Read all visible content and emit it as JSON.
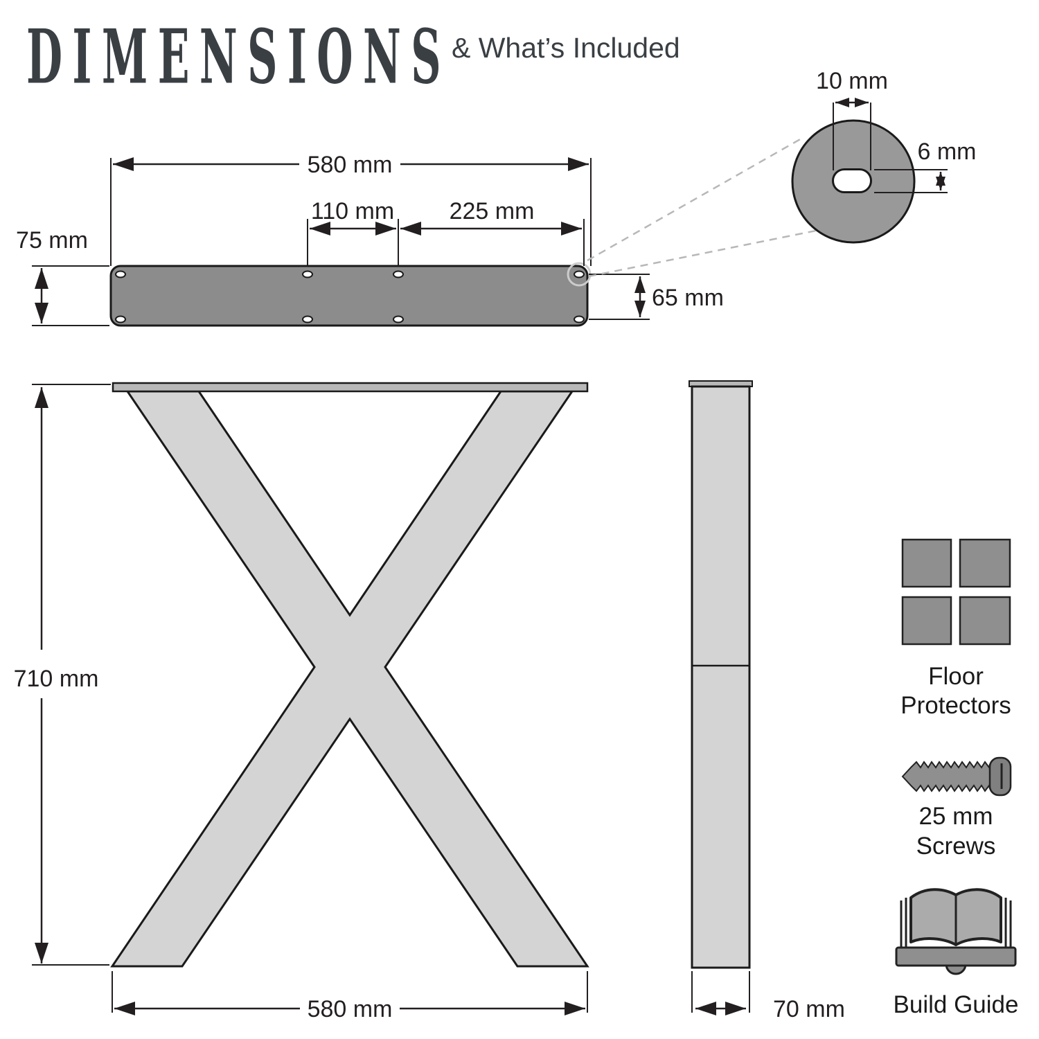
{
  "header": {
    "title": "DIMENSIONS",
    "subtitle": "& What’s Included"
  },
  "top_view": {
    "overall_width": "580 mm",
    "hole_spacing_inner": "110 mm",
    "hole_spacing_outer": "225 mm",
    "plate_depth": "75 mm",
    "hole_row_spacing": "65 mm"
  },
  "hole_detail": {
    "slot_length": "10 mm",
    "slot_width": "6 mm"
  },
  "front_view": {
    "height": "710 mm",
    "base_width": "580 mm"
  },
  "side_view": {
    "depth": "70 mm"
  },
  "included": {
    "floor_protectors": {
      "icon": "floor-protectors-icon",
      "line1": "Floor",
      "line2": "Protectors"
    },
    "screws": {
      "icon": "screw-icon",
      "line1": "25 mm",
      "line2": "Screws"
    },
    "build_guide": {
      "icon": "open-book-icon",
      "label": "Build Guide"
    }
  },
  "colors": {
    "plate_fill": "#8c8c8c",
    "detail_fill": "#999999",
    "leg_fill": "#d4d4d4",
    "bar_fill": "#b8b8b8",
    "accessory_fill": "#8f8f8f",
    "page_fill": "#ababab",
    "outline": "#1a1a1a",
    "icon_outline": "#222222",
    "dimension_ink": "#231f20",
    "callout_dash": "#b8b8b8",
    "title_ink": "#3a3f44"
  }
}
